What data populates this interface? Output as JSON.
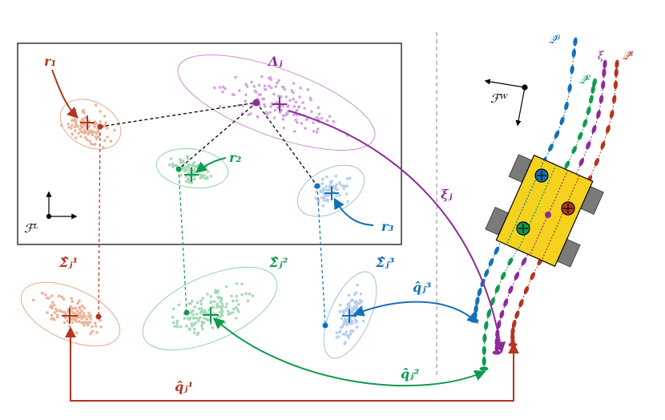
{
  "colors": {
    "red": "#b5351f",
    "purple": "#8e2a9a",
    "green": "#0f9a4f",
    "blue": "#1670b8",
    "black": "#000000",
    "gray": "#9a9a9a",
    "robot_body": "#f4d21e",
    "wheel": "#7a7a7a"
  },
  "labels": {
    "r1": "r₁",
    "r2": "r₂",
    "r3": "r₃",
    "lambda": "Λⱼ",
    "frame_L": "ℱᴸ",
    "frame_W": "ℱᵂ",
    "xi_j": "ξⱼ",
    "sigma1": "Σ̂ⱼ¹",
    "sigma2": "Σ̂ⱼ²",
    "sigma3": "Σ̂ⱼ³",
    "q1": "q̂ⱼ¹",
    "q2": "q̂ⱼ²",
    "q3": "q̂ⱼ³",
    "Q1": "𝒬̂¹",
    "Q2": "𝒬̂²",
    "Q3": "𝒬̂³",
    "xi": "ξ"
  },
  "icons": {
    "robot": "robot-vehicle-icon",
    "frame": "coordinate-frame-icon"
  }
}
